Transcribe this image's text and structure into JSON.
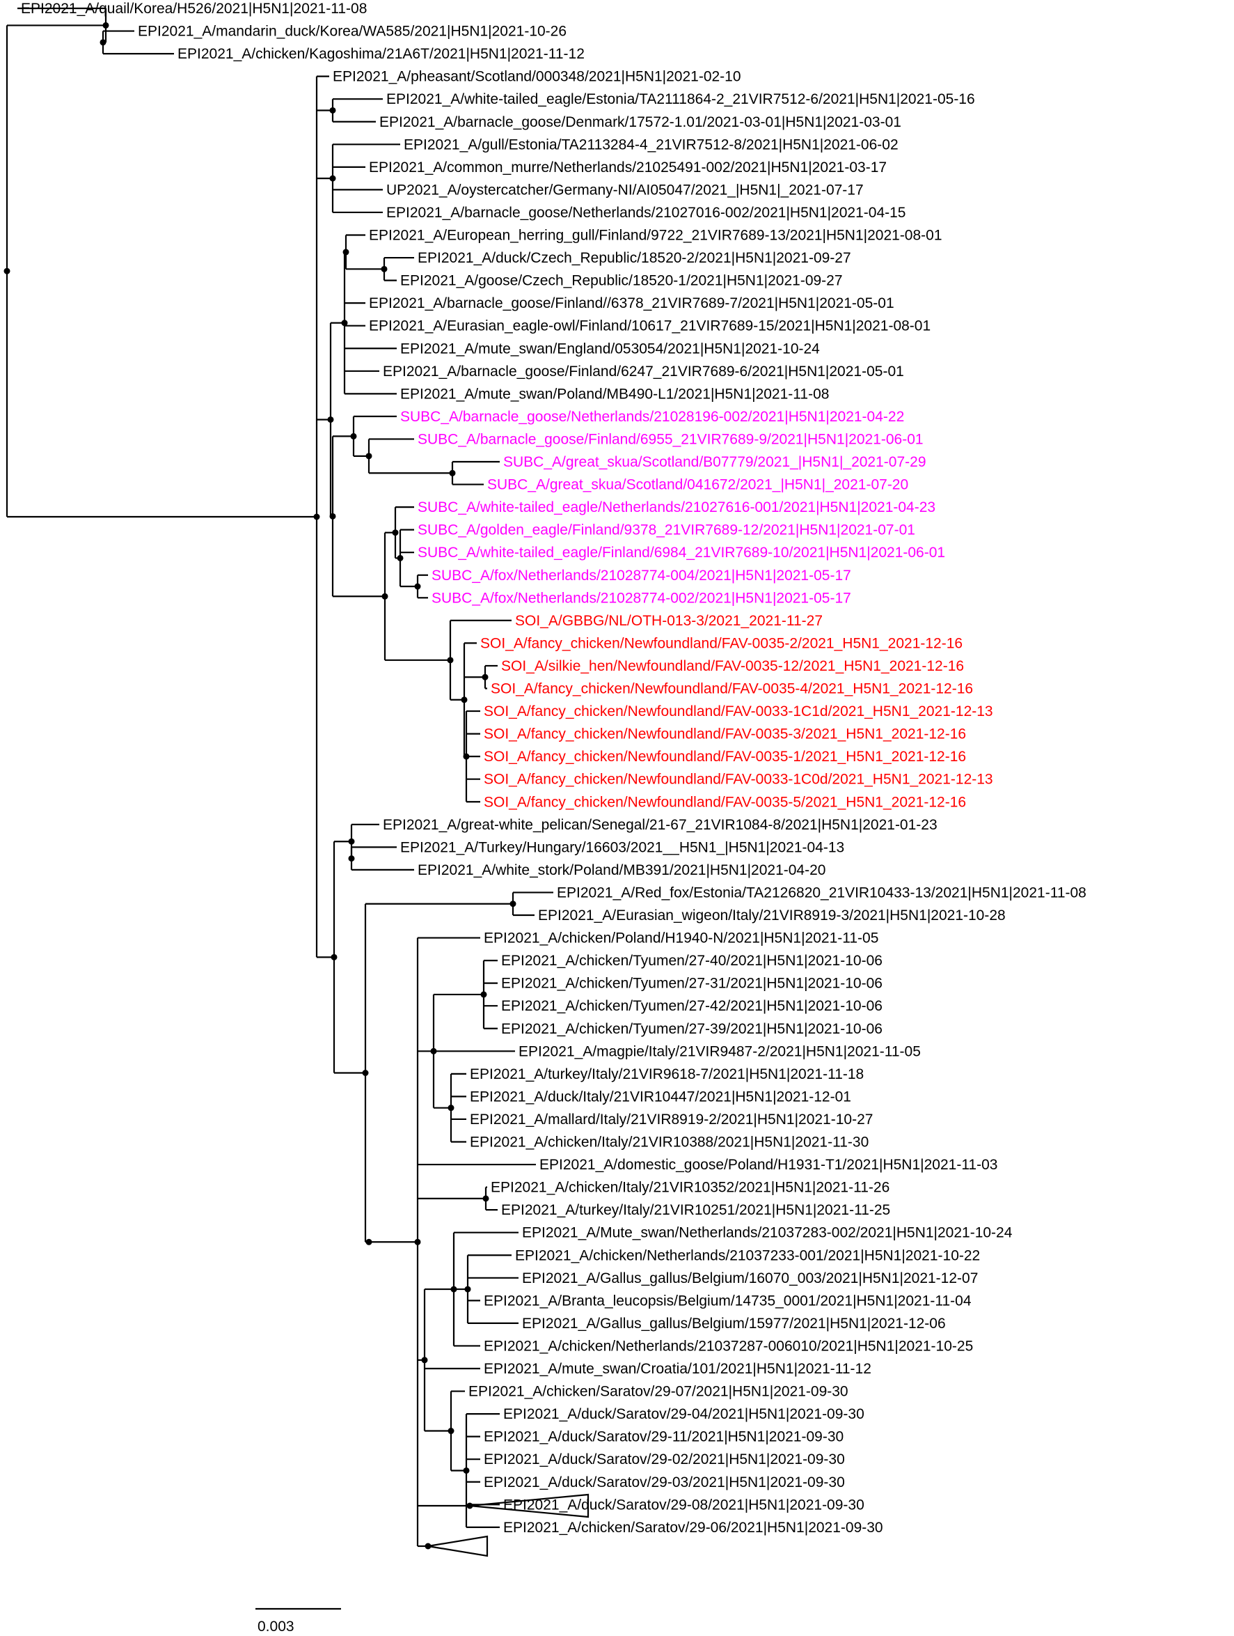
{
  "colors": {
    "default": "#000000",
    "subc": "#ff00ff",
    "soi": "#ff0000"
  },
  "scale_bar": {
    "label": "0.003"
  },
  "leaves": [
    {
      "label": "EPI2021_A/quail/Korea/H526/2021|H5N1|2021-11-08",
      "group": "default"
    },
    {
      "label": "EPI2021_A/mandarin_duck/Korea/WA585/2021|H5N1|2021-10-26",
      "group": "default"
    },
    {
      "label": "EPI2021_A/chicken/Kagoshima/21A6T/2021|H5N1|2021-11-12",
      "group": "default"
    },
    {
      "label": "EPI2021_A/pheasant/Scotland/000348/2021|H5N1|2021-02-10",
      "group": "default"
    },
    {
      "label": "EPI2021_A/white-tailed_eagle/Estonia/TA2111864-2_21VIR7512-6/2021|H5N1|2021-05-16",
      "group": "default"
    },
    {
      "label": "EPI2021_A/barnacle_goose/Denmark/17572-1.01/2021-03-01|H5N1|2021-03-01",
      "group": "default"
    },
    {
      "label": "EPI2021_A/gull/Estonia/TA2113284-4_21VIR7512-8/2021|H5N1|2021-06-02",
      "group": "default"
    },
    {
      "label": "EPI2021_A/common_murre/Netherlands/21025491-002/2021|H5N1|2021-03-17",
      "group": "default"
    },
    {
      "label": "UP2021_A/oystercatcher/Germany-NI/AI05047/2021_|H5N1|_2021-07-17",
      "group": "default"
    },
    {
      "label": "EPI2021_A/barnacle_goose/Netherlands/21027016-002/2021|H5N1|2021-04-15",
      "group": "default"
    },
    {
      "label": "EPI2021_A/European_herring_gull/Finland/9722_21VIR7689-13/2021|H5N1|2021-08-01",
      "group": "default"
    },
    {
      "label": "EPI2021_A/duck/Czech_Republic/18520-2/2021|H5N1|2021-09-27",
      "group": "default"
    },
    {
      "label": "EPI2021_A/goose/Czech_Republic/18520-1/2021|H5N1|2021-09-27",
      "group": "default"
    },
    {
      "label": "EPI2021_A/barnacle_goose/Finland//6378_21VIR7689-7/2021|H5N1|2021-05-01",
      "group": "default"
    },
    {
      "label": "EPI2021_A/Eurasian_eagle-owl/Finland/10617_21VIR7689-15/2021|H5N1|2021-08-01",
      "group": "default"
    },
    {
      "label": "EPI2021_A/mute_swan/England/053054/2021|H5N1|2021-10-24",
      "group": "default"
    },
    {
      "label": "EPI2021_A/barnacle_goose/Finland/6247_21VIR7689-6/2021|H5N1|2021-05-01",
      "group": "default"
    },
    {
      "label": "EPI2021_A/mute_swan/Poland/MB490-L1/2021|H5N1|2021-11-08",
      "group": "default"
    },
    {
      "label": "SUBC_A/barnacle_goose/Netherlands/21028196-002/2021|H5N1|2021-04-22",
      "group": "subc"
    },
    {
      "label": "SUBC_A/barnacle_goose/Finland/6955_21VIR7689-9/2021|H5N1|2021-06-01",
      "group": "subc"
    },
    {
      "label": "SUBC_A/great_skua/Scotland/B07779/2021_|H5N1|_2021-07-29",
      "group": "subc"
    },
    {
      "label": "SUBC_A/great_skua/Scotland/041672/2021_|H5N1|_2021-07-20",
      "group": "subc"
    },
    {
      "label": "SUBC_A/white-tailed_eagle/Netherlands/21027616-001/2021|H5N1|2021-04-23",
      "group": "subc"
    },
    {
      "label": "SUBC_A/golden_eagle/Finland/9378_21VIR7689-12/2021|H5N1|2021-07-01",
      "group": "subc"
    },
    {
      "label": "SUBC_A/white-tailed_eagle/Finland/6984_21VIR7689-10/2021|H5N1|2021-06-01",
      "group": "subc"
    },
    {
      "label": "SUBC_A/fox/Netherlands/21028774-004/2021|H5N1|2021-05-17",
      "group": "subc"
    },
    {
      "label": "SUBC_A/fox/Netherlands/21028774-002/2021|H5N1|2021-05-17",
      "group": "subc"
    },
    {
      "label": "SOI_A/GBBG/NL/OTH-013-3/2021_2021-11-27",
      "group": "soi"
    },
    {
      "label": "SOI_A/fancy_chicken/Newfoundland/FAV-0035-2/2021_H5N1_2021-12-16",
      "group": "soi"
    },
    {
      "label": "SOI_A/silkie_hen/Newfoundland/FAV-0035-12/2021_H5N1_2021-12-16",
      "group": "soi"
    },
    {
      "label": "SOI_A/fancy_chicken/Newfoundland/FAV-0035-4/2021_H5N1_2021-12-16",
      "group": "soi"
    },
    {
      "label": "SOI_A/fancy_chicken/Newfoundland/FAV-0033-1C1d/2021_H5N1_2021-12-13",
      "group": "soi"
    },
    {
      "label": "SOI_A/fancy_chicken/Newfoundland/FAV-0035-3/2021_H5N1_2021-12-16",
      "group": "soi"
    },
    {
      "label": "SOI_A/fancy_chicken/Newfoundland/FAV-0035-1/2021_H5N1_2021-12-16",
      "group": "soi"
    },
    {
      "label": "SOI_A/fancy_chicken/Newfoundland/FAV-0033-1C0d/2021_H5N1_2021-12-13",
      "group": "soi"
    },
    {
      "label": "SOI_A/fancy_chicken/Newfoundland/FAV-0035-5/2021_H5N1_2021-12-16",
      "group": "soi"
    },
    {
      "label": "EPI2021_A/great-white_pelican/Senegal/21-67_21VIR1084-8/2021|H5N1|2021-01-23",
      "group": "default"
    },
    {
      "label": "EPI2021_A/Turkey/Hungary/16603/2021__H5N1_|H5N1|2021-04-13",
      "group": "default"
    },
    {
      "label": "EPI2021_A/white_stork/Poland/MB391/2021|H5N1|2021-04-20",
      "group": "default"
    },
    {
      "label": "EPI2021_A/Red_fox/Estonia/TA2126820_21VIR10433-13/2021|H5N1|2021-11-08",
      "group": "default"
    },
    {
      "label": "EPI2021_A/Eurasian_wigeon/Italy/21VIR8919-3/2021|H5N1|2021-10-28",
      "group": "default"
    },
    {
      "label": "EPI2021_A/chicken/Poland/H1940-N/2021|H5N1|2021-11-05",
      "group": "default"
    },
    {
      "label": "EPI2021_A/chicken/Tyumen/27-40/2021|H5N1|2021-10-06",
      "group": "default"
    },
    {
      "label": "EPI2021_A/chicken/Tyumen/27-31/2021|H5N1|2021-10-06",
      "group": "default"
    },
    {
      "label": "EPI2021_A/chicken/Tyumen/27-42/2021|H5N1|2021-10-06",
      "group": "default"
    },
    {
      "label": "EPI2021_A/chicken/Tyumen/27-39/2021|H5N1|2021-10-06",
      "group": "default"
    },
    {
      "label": "EPI2021_A/magpie/Italy/21VIR9487-2/2021|H5N1|2021-11-05",
      "group": "default"
    },
    {
      "label": "EPI2021_A/turkey/Italy/21VIR9618-7/2021|H5N1|2021-11-18",
      "group": "default"
    },
    {
      "label": "EPI2021_A/duck/Italy/21VIR10447/2021|H5N1|2021-12-01",
      "group": "default"
    },
    {
      "label": "EPI2021_A/mallard/Italy/21VIR8919-2/2021|H5N1|2021-10-27",
      "group": "default"
    },
    {
      "label": "EPI2021_A/chicken/Italy/21VIR10388/2021|H5N1|2021-11-30",
      "group": "default"
    },
    {
      "label": "EPI2021_A/domestic_goose/Poland/H1931-T1/2021|H5N1|2021-11-03",
      "group": "default"
    },
    {
      "label": "EPI2021_A/chicken/Italy/21VIR10352/2021|H5N1|2021-11-26",
      "group": "default"
    },
    {
      "label": "EPI2021_A/turkey/Italy/21VIR10251/2021|H5N1|2021-11-25",
      "group": "default"
    },
    {
      "label": "EPI2021_A/Mute_swan/Netherlands/21037283-002/2021|H5N1|2021-10-24",
      "group": "default"
    },
    {
      "label": "EPI2021_A/chicken/Netherlands/21037233-001/2021|H5N1|2021-10-22",
      "group": "default"
    },
    {
      "label": "EPI2021_A/Gallus_gallus/Belgium/16070_003/2021|H5N1|2021-12-07",
      "group": "default"
    },
    {
      "label": "EPI2021_A/Branta_leucopsis/Belgium/14735_0001/2021|H5N1|2021-11-04",
      "group": "default"
    },
    {
      "label": "EPI2021_A/Gallus_gallus/Belgium/15977/2021|H5N1|2021-12-06",
      "group": "default"
    },
    {
      "label": "EPI2021_A/chicken/Netherlands/21037287-006010/2021|H5N1|2021-10-25",
      "group": "default"
    },
    {
      "label": "EPI2021_A/mute_swan/Croatia/101/2021|H5N1|2021-11-12",
      "group": "default"
    },
    {
      "label": "EPI2021_A/chicken/Saratov/29-07/2021|H5N1|2021-09-30",
      "group": "default"
    },
    {
      "label": "EPI2021_A/duck/Saratov/29-04/2021|H5N1|2021-09-30",
      "group": "default"
    },
    {
      "label": "EPI2021_A/duck/Saratov/29-11/2021|H5N1|2021-09-30",
      "group": "default"
    },
    {
      "label": "EPI2021_A/duck/Saratov/29-02/2021|H5N1|2021-09-30",
      "group": "default"
    },
    {
      "label": "EPI2021_A/duck/Saratov/29-03/2021|H5N1|2021-09-30",
      "group": "default"
    },
    {
      "label": "EPI2021_A/duck/Saratov/29-08/2021|H5N1|2021-09-30",
      "group": "default"
    },
    {
      "label": "EPI2021_A/chicken/Saratov/29-06/2021|H5N1|2021-09-30",
      "group": "default"
    }
  ]
}
